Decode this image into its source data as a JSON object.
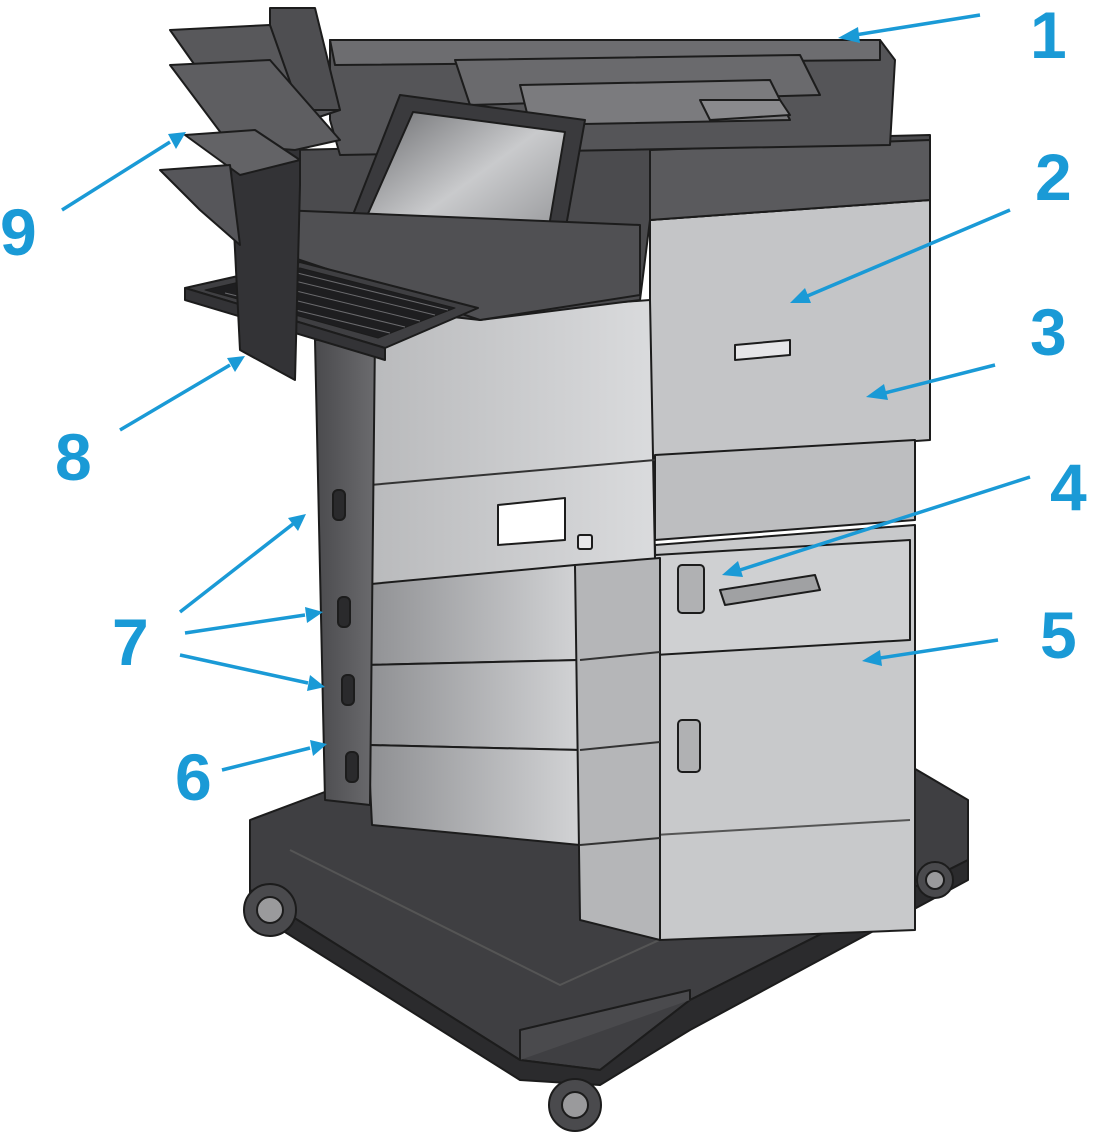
{
  "figure": {
    "subject": "multifunction-printer-front-view"
  },
  "callouts": [
    {
      "id": "1",
      "label": "1"
    },
    {
      "id": "2",
      "label": "2"
    },
    {
      "id": "3",
      "label": "3"
    },
    {
      "id": "4",
      "label": "4"
    },
    {
      "id": "5",
      "label": "5"
    },
    {
      "id": "6",
      "label": "6"
    },
    {
      "id": "7",
      "label": "7"
    },
    {
      "id": "8",
      "label": "8"
    },
    {
      "id": "9",
      "label": "9"
    }
  ],
  "colors": {
    "callout": "#1a9ad6",
    "body_light": "#c8c9cb",
    "body_mid": "#a9aaad",
    "body_dark": "#3b3b3d",
    "outline": "#1c1c1c"
  }
}
